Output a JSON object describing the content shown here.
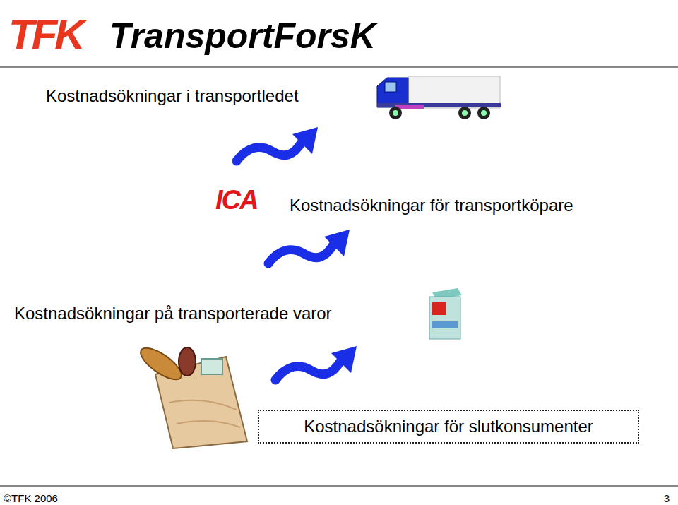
{
  "diagram": {
    "title": "TransportForsK",
    "nodes": [
      {
        "text": [
          "Kostnadsökningar för slutkonsumenter"
        ]
      }
    ],
    "labels": [
      "TFK",
      "Kostnadsökningar i transportledet",
      "ICA",
      "Kostnadsökningar för transportköpare",
      "Kostnadsökningar på transporterade varor",
      "©TFK 2006",
      "3"
    ]
  }
}
